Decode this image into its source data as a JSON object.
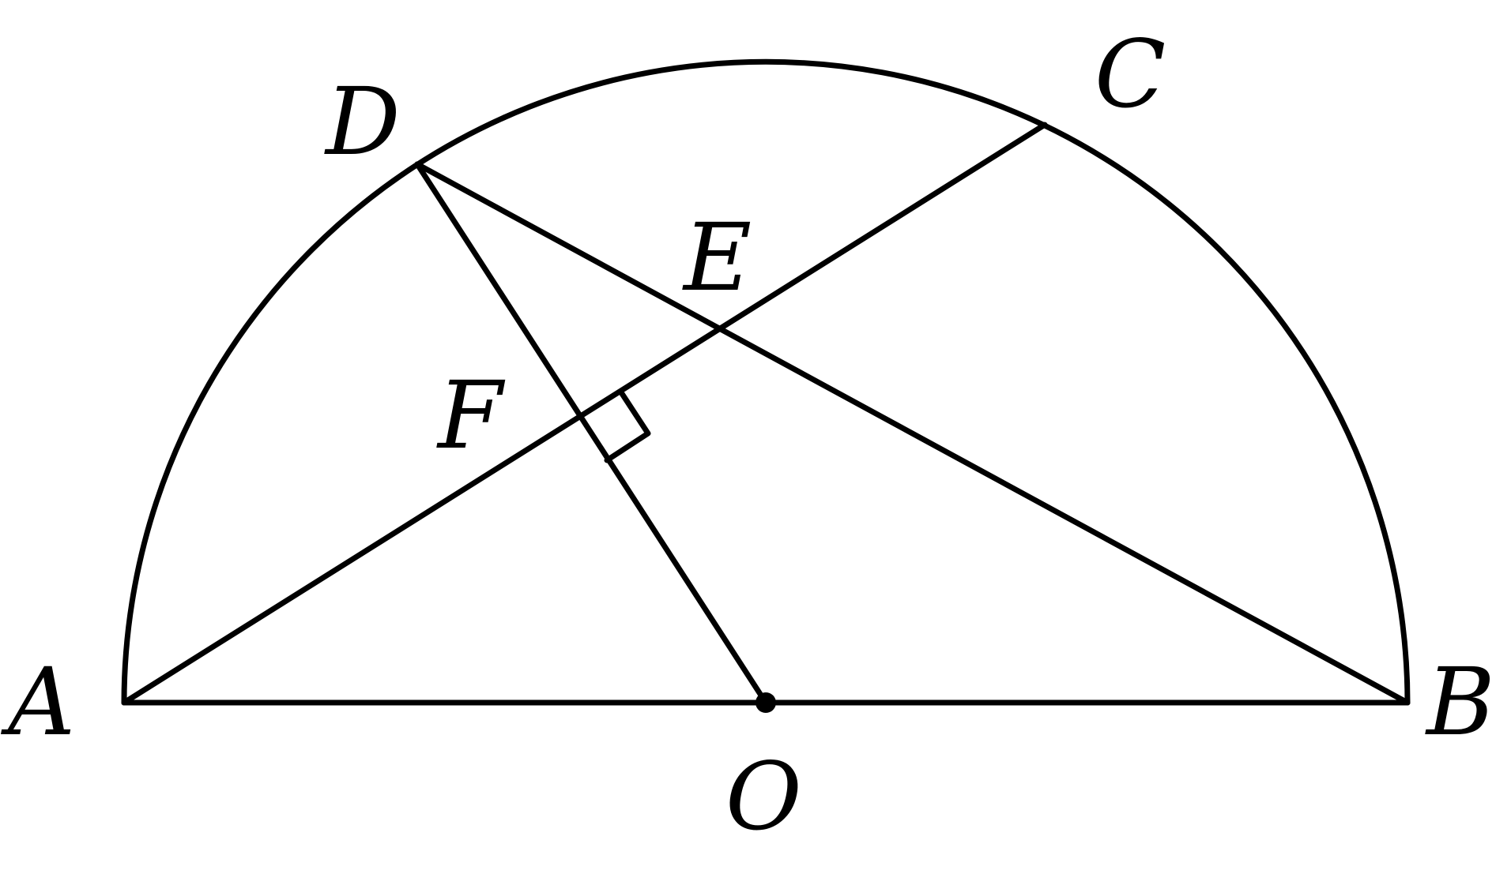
{
  "points": {
    "A": "A",
    "B": "B",
    "C": "C",
    "D": "D",
    "E": "E",
    "F": "F",
    "O": "O"
  },
  "colors": {
    "stroke": "#000000",
    "background": "#ffffff"
  }
}
